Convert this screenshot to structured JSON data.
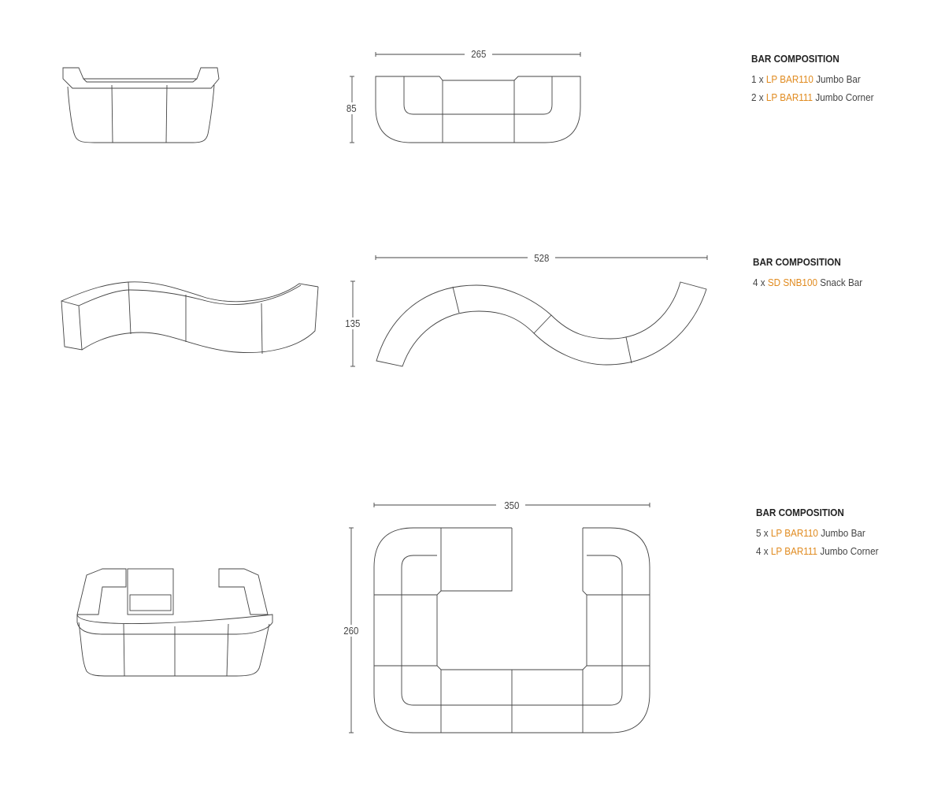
{
  "compositions": [
    {
      "title": "BAR COMPOSITION",
      "width": "265",
      "height": "85",
      "items": [
        {
          "qty": "1 x",
          "code": "LP BAR110",
          "name": "Jumbo Bar"
        },
        {
          "qty": "2 x",
          "code": "LP BAR111",
          "name": "Jumbo Corner"
        }
      ]
    },
    {
      "title": "BAR COMPOSITION",
      "width": "528",
      "height": "135",
      "items": [
        {
          "qty": "4 x",
          "code": "SD SNB100",
          "name": "Snack Bar"
        }
      ]
    },
    {
      "title": "BAR COMPOSITION",
      "width": "350",
      "height": "260",
      "items": [
        {
          "qty": "5 x",
          "code": "LP BAR110",
          "name": "Jumbo Bar"
        },
        {
          "qty": "4 x",
          "code": "LP BAR111",
          "name": "Jumbo Corner"
        }
      ]
    }
  ],
  "colors": {
    "accent": "#e08a1e",
    "line": "#444444"
  }
}
